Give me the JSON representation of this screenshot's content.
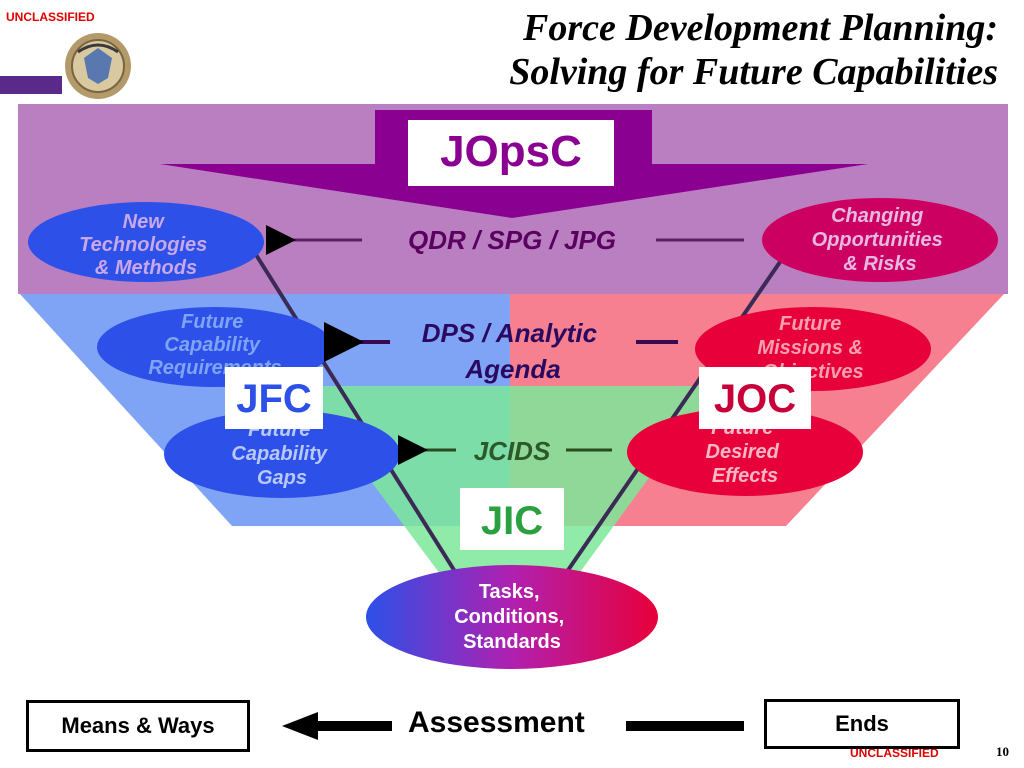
{
  "classification": "UNCLASSIFIED",
  "title": {
    "line1": "Force Development Planning:",
    "line2": "Solving for Future Capabilities"
  },
  "page_number": "10",
  "colors": {
    "purple_band": "#b97fc0",
    "arrow_purple": "#8a0090",
    "blue_panel": "#7fa3f5",
    "red_panel": "#f6808f",
    "green_triangle": "#7ce89a",
    "ellipse_blue": "#2c50e8",
    "ellipse_red": "#e8003a"
  },
  "top": {
    "jopsc_label": "JOpsC",
    "flow_label": "QDR / SPG / JPG",
    "left_ellipse": [
      "New",
      "Technologies",
      "& Methods"
    ],
    "right_ellipse": [
      "Changing",
      "Opportunities",
      "& Risks"
    ]
  },
  "middle": {
    "flow_label": [
      "DPS / Analytic",
      "Agenda"
    ],
    "left_ellipse": [
      "Future",
      "Capability",
      "Requirements"
    ],
    "right_ellipse": [
      "Future",
      "Missions &",
      "Objectives"
    ],
    "jfc_label": "JFC",
    "joc_label": "JOC"
  },
  "lower": {
    "flow_label": "JCIDS",
    "left_ellipse": [
      "Future",
      "Capability",
      "Gaps"
    ],
    "right_ellipse": [
      "Future",
      "Desired",
      "Effects"
    ],
    "jic_label": "JIC"
  },
  "bottom_ellipse": [
    "Tasks,",
    "Conditions,",
    "Standards"
  ],
  "footer": {
    "means_label": "Means & Ways",
    "assessment_label": "Assessment",
    "ends_label": "Ends"
  }
}
